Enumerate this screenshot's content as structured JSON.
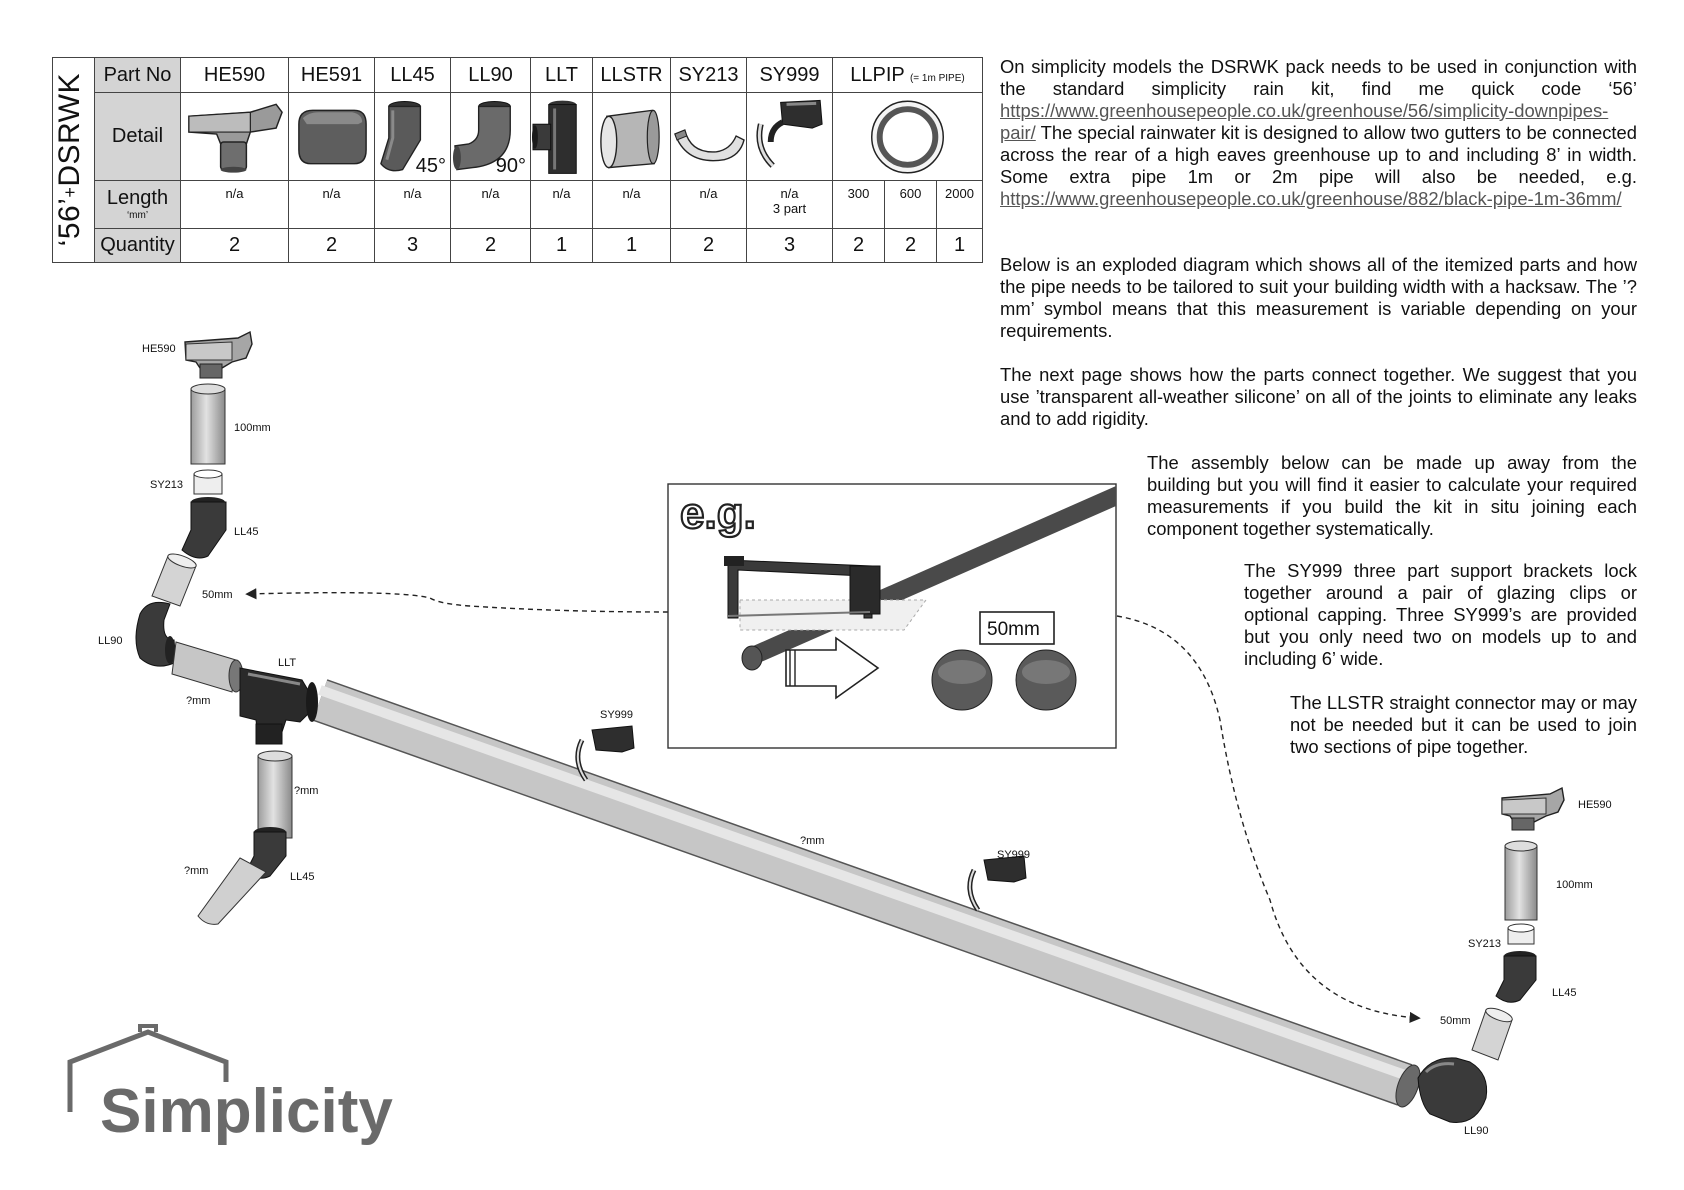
{
  "table": {
    "title_main": "‘56’",
    "title_plus": "+",
    "title_rest": "DSRWK",
    "row_labels": {
      "part_no": "Part No",
      "detail": "Detail",
      "length": "Length",
      "length_unit": "‘mm’",
      "quantity": "Quantity"
    },
    "parts": [
      {
        "code": "HE590",
        "icon": "hopper-icon",
        "angle": "",
        "length": "n/a",
        "length_sub": "",
        "qty": "2"
      },
      {
        "code": "HE591",
        "icon": "end-cap-icon",
        "angle": "",
        "length": "n/a",
        "length_sub": "",
        "qty": "2"
      },
      {
        "code": "LL45",
        "icon": "bend-45-icon",
        "angle": "45°",
        "length": "n/a",
        "length_sub": "",
        "qty": "3"
      },
      {
        "code": "LL90",
        "icon": "bend-90-icon",
        "angle": "90°",
        "length": "n/a",
        "length_sub": "",
        "qty": "2"
      },
      {
        "code": "LLT",
        "icon": "tee-icon",
        "angle": "",
        "length": "n/a",
        "length_sub": "",
        "qty": "1"
      },
      {
        "code": "LLSTR",
        "icon": "straight-connector-icon",
        "angle": "",
        "length": "n/a",
        "length_sub": "",
        "qty": "1"
      },
      {
        "code": "SY213",
        "icon": "pipe-clip-icon",
        "angle": "",
        "length": "n/a",
        "length_sub": "",
        "qty": "2"
      },
      {
        "code": "SY999",
        "icon": "support-bracket-icon",
        "angle": "",
        "length": "n/a",
        "length_sub": "3 part",
        "qty": "3"
      }
    ],
    "llpip": {
      "code": "LLPIP",
      "note": "(= 1m PIPE)",
      "icon": "pipe-end-icon",
      "lengths": [
        "300",
        "600",
        "2000"
      ],
      "qtys": [
        "2",
        "2",
        "1"
      ]
    }
  },
  "text": {
    "p1_a": "On simplicity models the DSRWK pack needs to be used in conjunction with the standard simplicity rain kit, find me quick code ‘56’ ",
    "link1": "https://www.greenhousepeople.co.uk/greenhouse/56/simplicity-downpipes-pair/",
    "p1_b": "  The special rainwater kit is designed to allow two gutters to be connected across the rear of a high eaves greenhouse up to and including 8’ in width. Some extra pipe 1m or 2m pipe will also be needed, e.g. ",
    "link2": "https://www.greenhousepeople.co.uk/greenhouse/882/black-pipe-1m-36mm/",
    "p2": "Below is an exploded diagram which shows all of the itemized parts and how the pipe needs to be tailored to suit your building width with a hacksaw. The ’?mm’ symbol means that this measurement is variable depending on your requirements.",
    "p3": "The next page shows how the parts connect together. We suggest that you use ’transparent all-weather silicone’ on all of the joints to eliminate any leaks and to add rigidity.",
    "p4": "The assembly below can be made up away from the building but you will find it easier to calculate your required measurements if you build the kit in situ joining each component together systematically.",
    "p5": "The SY999 three part support brackets lock together around a pair of glazing clips or optional capping. Three SY999’s are provided but you only need two on models up to and including 6’ wide.",
    "p6": "The LLSTR straight connector may or may not be needed but it can be used to join two sections of pipe together."
  },
  "diagram": {
    "labels": {
      "he590_left": "HE590",
      "len100_left": "100mm",
      "sy213_left": "SY213",
      "ll45_left": "LL45",
      "len50_left": "50mm",
      "ll90_left": "LL90",
      "llt": "LLT",
      "qmm_a": "?mm",
      "qmm_b": "?mm",
      "qmm_c": "?mm",
      "ll45_lower": "LL45",
      "sy999_a": "SY999",
      "qmm_main": "?mm",
      "sy999_b": "SY999",
      "he590_right": "HE590",
      "len100_right": "100mm",
      "sy213_right": "SY213",
      "ll45_right": "LL45",
      "len50_right": "50mm",
      "ll90_right": "LL90"
    },
    "inset": {
      "eg": "e.g.",
      "cut_length": "50mm",
      "icon": "hacksaw-icon"
    }
  },
  "brand": {
    "name": "Simplicity",
    "icon": "house-roof-icon",
    "color": "#6a6a6a"
  }
}
